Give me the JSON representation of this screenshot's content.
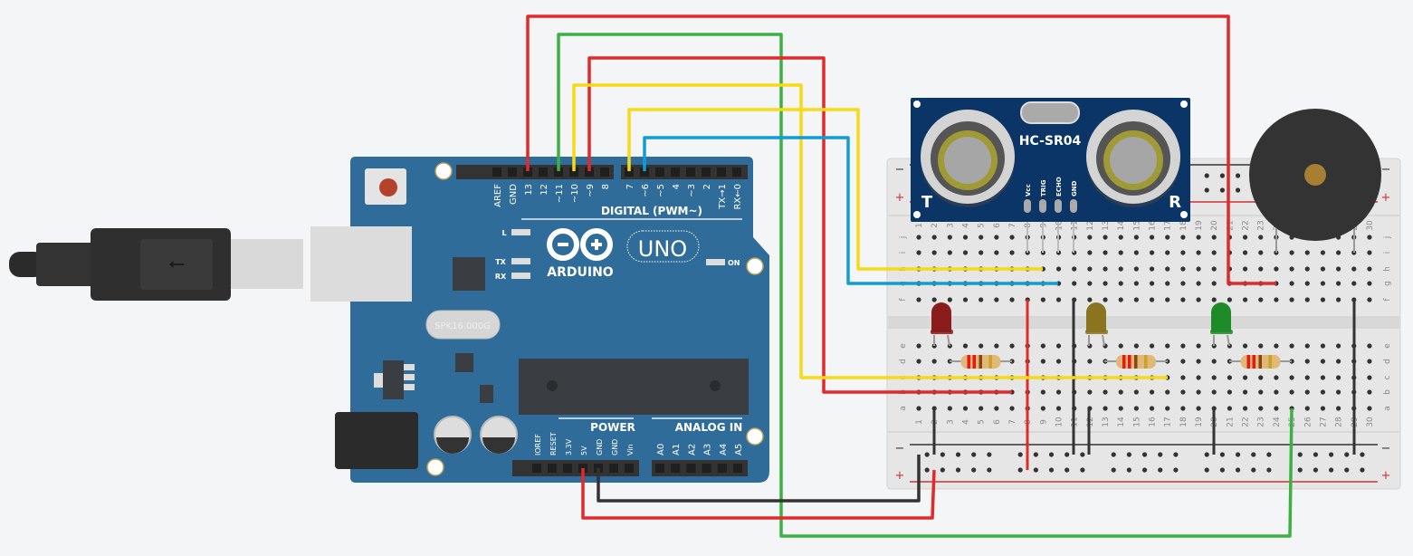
{
  "arduino": {
    "brand": "ARDUINO",
    "model": "UNO",
    "crystal": "SPK16.000G",
    "digital_label": "DIGITAL (PWM~)",
    "power_label": "POWER",
    "analog_label": "ANALOG IN",
    "on_label": "ON",
    "led_labels": [
      "L",
      "TX",
      "RX"
    ],
    "digital_pins_a": [
      "AREF",
      "GND",
      "13",
      "12",
      "~11",
      "~10",
      "~9",
      "8"
    ],
    "digital_pins_b": [
      "7",
      "~6",
      "~5",
      "4",
      "~3",
      "2",
      "TX→1",
      "RX←0"
    ],
    "power_pins": [
      "IOREF",
      "RESET",
      "3.3V",
      "5V",
      "GND",
      "GND",
      "Vin"
    ],
    "analog_pins": [
      "A0",
      "A1",
      "A2",
      "A3",
      "A4",
      "A5"
    ],
    "board_color": "#2f6c99"
  },
  "sensor": {
    "model": "HC-SR04",
    "pins": [
      "Vcc",
      "TRIG",
      "ECHO",
      "GND"
    ],
    "transmitter": "T",
    "receiver": "R"
  },
  "breadboard": {
    "columns": [
      "1",
      "2",
      "3",
      "4",
      "5",
      "6",
      "7",
      "8",
      "9",
      "10",
      "11",
      "12",
      "13",
      "14",
      "15",
      "16",
      "17",
      "18",
      "19",
      "20",
      "21",
      "22",
      "23",
      "24",
      "25",
      "26",
      "27",
      "28",
      "29",
      "30"
    ],
    "rows_top": [
      "j",
      "i",
      "h",
      "g",
      "f"
    ],
    "rows_bottom": [
      "e",
      "d",
      "c",
      "b",
      "a"
    ],
    "rail_minus": "−",
    "rail_plus": "+"
  },
  "components": {
    "leds": [
      {
        "color": "#8b1c1c"
      },
      {
        "color": "#8a7420"
      },
      {
        "color": "#1e8a2a"
      }
    ],
    "buzzer_color": "#333333"
  },
  "wire_colors": {
    "red": "#e12a2a",
    "green": "#3cb043",
    "yellow": "#f7d917",
    "blue": "#129bd4",
    "black": "#333333"
  }
}
